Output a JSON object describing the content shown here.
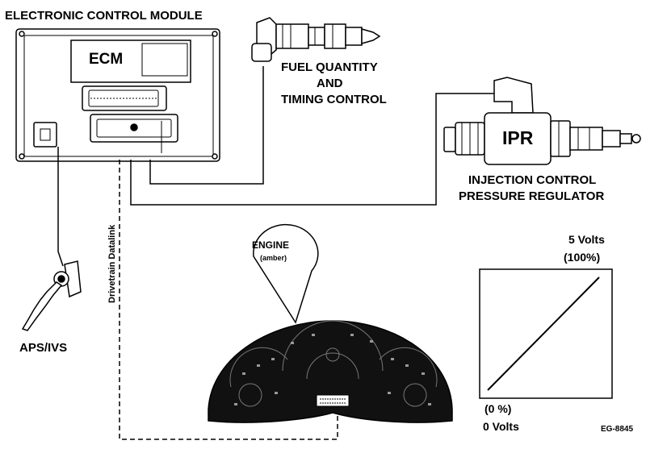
{
  "labels": {
    "ecm_title": "ELECTRONIC CONTROL MODULE",
    "ecm": "ECM",
    "fuel_line1": "FUEL QUANTITY",
    "fuel_line2": "AND",
    "fuel_line3": "TIMING CONTROL",
    "ipr": "IPR",
    "icp_line1": "INJECTION CONTROL",
    "icp_line2": "PRESSURE REGULATOR",
    "datalink": "Drivetrain  Datalink",
    "aps": "APS/IVS",
    "engine": "ENGINE",
    "amber": "(amber)",
    "five_volts": "5 Volts",
    "hundred_pct": "(100%)",
    "zero_pct": "(0 %)",
    "zero_volts": "0 Volts",
    "figure_id": "EG-8845"
  },
  "colors": {
    "ink": "#000000",
    "paper": "#ffffff",
    "cluster": "#111111",
    "cluster_detail": "#777777"
  }
}
